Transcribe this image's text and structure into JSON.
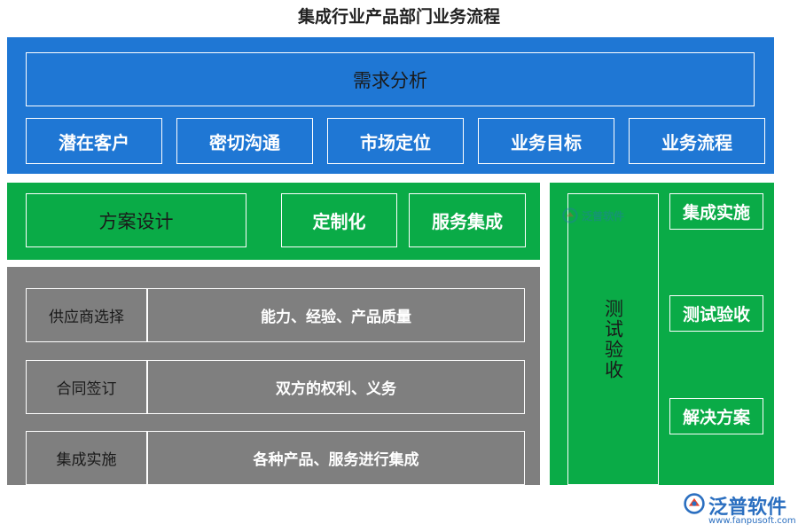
{
  "title": "集成行业产品部门业务流程",
  "colors": {
    "blue": "#1f77d4",
    "green": "#0aab47",
    "gray": "#7f7f7f",
    "watermark": "#2b6fc0"
  },
  "demand": {
    "header": "需求分析",
    "items": [
      "潜在客户",
      "密切沟通",
      "市场定位",
      "业务目标",
      "业务流程"
    ]
  },
  "design": {
    "main": "方案设计",
    "items": [
      "定制化",
      "服务集成"
    ]
  },
  "suppliers": {
    "rows": [
      {
        "label": "供应商选择",
        "value": "能力、经验、产品质量"
      },
      {
        "label": "合同签订",
        "value": "双方的权利、义务"
      },
      {
        "label": "集成实施",
        "value": "各种产品、服务进行集成"
      }
    ]
  },
  "testing": {
    "column": "测试验收",
    "items": [
      "集成实施",
      "测试验收",
      "解决方案"
    ],
    "watermark": "泛普软件"
  },
  "brand": {
    "name": "泛普软件",
    "url": "www.fanpusoft.com"
  }
}
